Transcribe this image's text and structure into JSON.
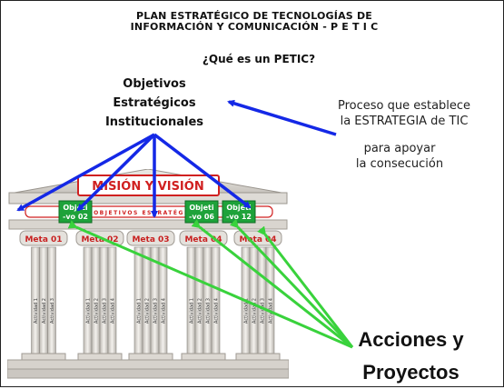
{
  "title_line1": "PLAN ESTRATÉGICO DE TECNOLOGÍAS DE",
  "title_line2": "INFORMACIÓN Y COMUNICACIÓN - P E T I C",
  "question": "¿Qué es un PETIC?",
  "objectives_line1": "Objetivos",
  "objectives_line2": "Estratégicos",
  "objectives_line3": "Institucionales",
  "process_line1": "Proceso que establece",
  "process_line2": "la ESTRATEGIA de TIC",
  "support_line1": "para apoyar",
  "support_line2": "la consecución",
  "acciones_line1": "Acciones y",
  "acciones_line2": "Proyectos",
  "temple": {
    "mision": "MISIÓN Y VISIÓN",
    "objetivos": "OBJETIVOS ESTRATÉGICOS",
    "metas": [
      "Meta 01",
      "Meta 02",
      "Meta 03",
      "Meta 04",
      "Meta 04"
    ],
    "actividades": [
      "Actividad 1",
      "Actividad 2",
      "Actividad 3",
      "Actividad 4"
    ],
    "obj_boxes": [
      {
        "line1": "Objeti",
        "line2": "-vo 02"
      },
      {
        "line1": "Objeti",
        "line2": "-vo 06"
      },
      {
        "line1": "Objeti",
        "line2": "-vo 12"
      }
    ]
  },
  "colors": {
    "blue_arrow": "#1428e6",
    "green_arrow": "#39d23c",
    "obj_box": "#1ea23a",
    "mision_red": "#d02020"
  }
}
